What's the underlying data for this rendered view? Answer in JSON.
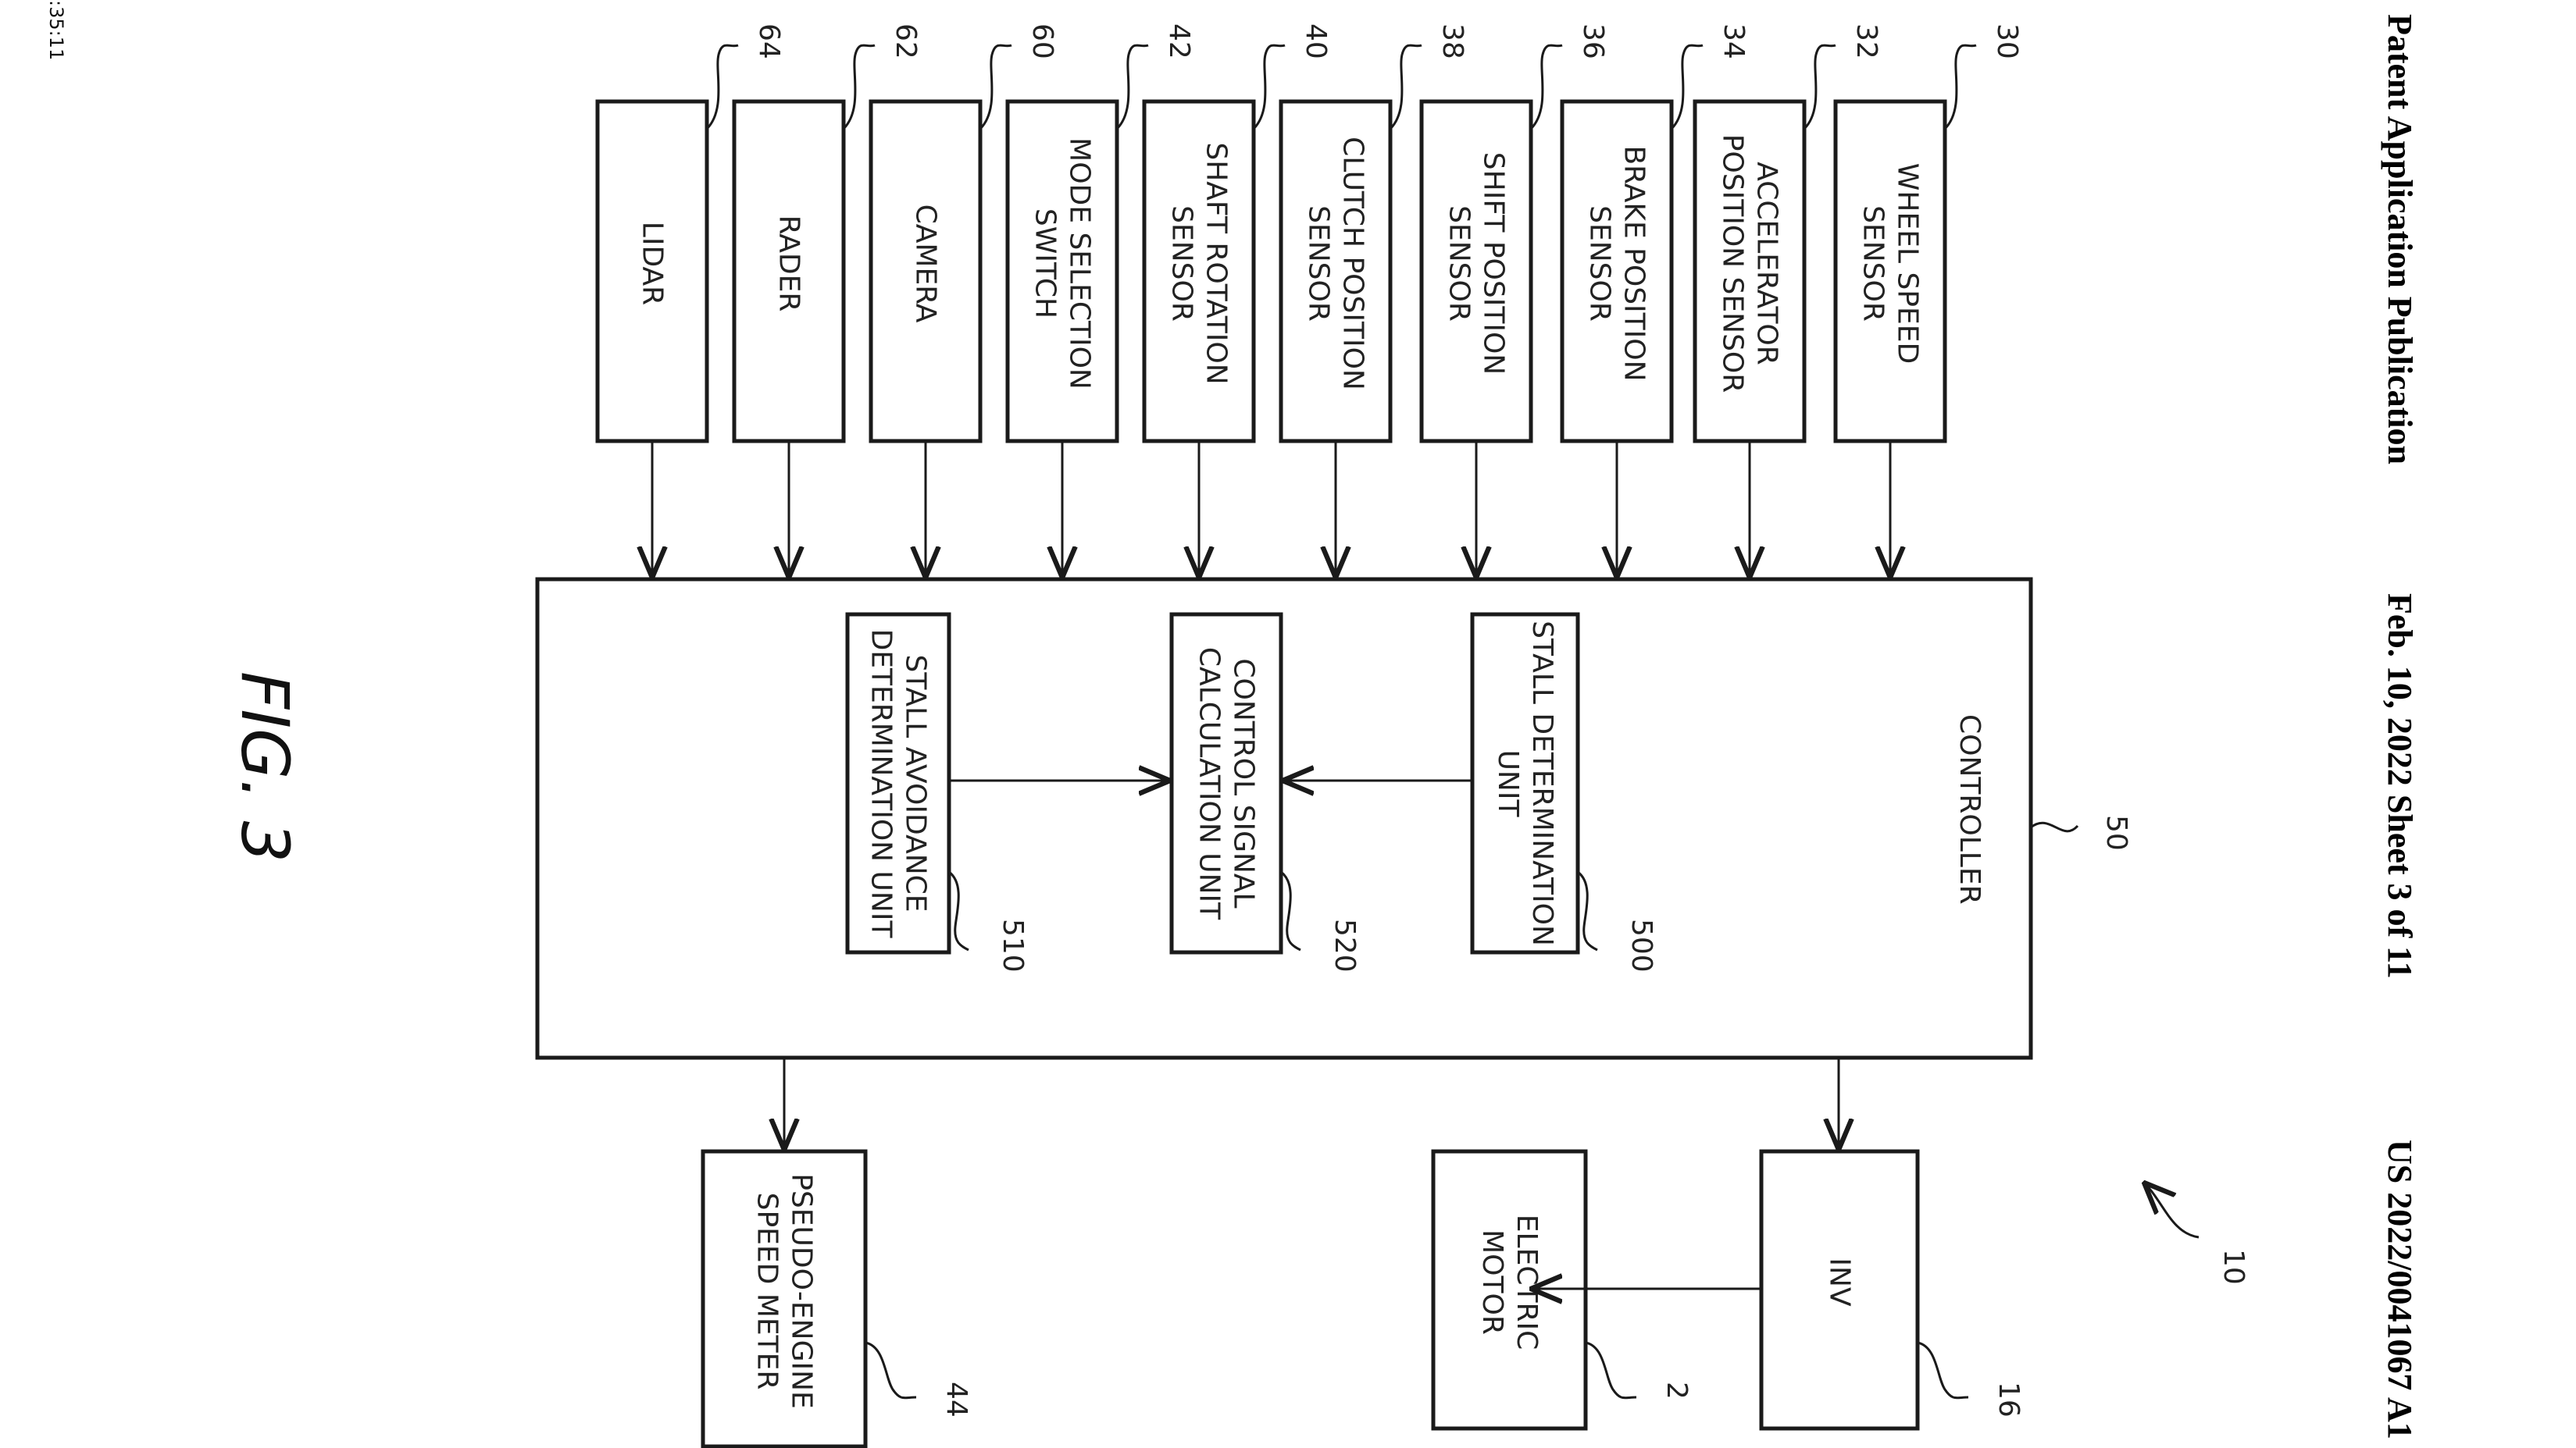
{
  "header": {
    "publication_type": "Patent Application Publication",
    "date_sheet": "Feb. 10, 2022  Sheet 3 of 11",
    "publication_number": "US 2022/0041067 A1"
  },
  "corner_timestamp": ":35:11",
  "figure_label": "FIG. 3",
  "system_ref": "10",
  "sensors": [
    {
      "ref": "30",
      "lines": [
        "WHEEL SPEED",
        "SENSOR"
      ]
    },
    {
      "ref": "32",
      "lines": [
        "ACCELERATOR",
        "POSITION SENSOR"
      ]
    },
    {
      "ref": "34",
      "lines": [
        "BRAKE POSITION",
        "SENSOR"
      ]
    },
    {
      "ref": "36",
      "lines": [
        "SHIFT POSITION",
        "SENSOR"
      ]
    },
    {
      "ref": "38",
      "lines": [
        "CLUTCH POSITION",
        "SENSOR"
      ]
    },
    {
      "ref": "40",
      "lines": [
        "SHAFT ROTATION",
        "SENSOR"
      ]
    },
    {
      "ref": "42",
      "lines": [
        "MODE SELECTION",
        "SWITCH"
      ]
    },
    {
      "ref": "60",
      "lines": [
        "CAMERA"
      ]
    },
    {
      "ref": "62",
      "lines": [
        "RADER"
      ]
    },
    {
      "ref": "64",
      "lines": [
        "LIDAR"
      ]
    }
  ],
  "controller": {
    "ref": "50",
    "label": "CONTROLLER",
    "units": [
      {
        "ref": "500",
        "lines": [
          "STALL DETERMINATION",
          "UNIT"
        ]
      },
      {
        "ref": "520",
        "lines": [
          "CONTROL SIGNAL",
          "CALCULATION UNIT"
        ]
      },
      {
        "ref": "510",
        "lines": [
          "STALL AVOIDANCE",
          "DETERMINATION UNIT"
        ]
      }
    ]
  },
  "outputs": {
    "inverter": {
      "ref": "16",
      "lines": [
        "INV"
      ]
    },
    "motor": {
      "ref": "2",
      "lines": [
        "ELECTRIC",
        "MOTOR"
      ]
    },
    "meter": {
      "ref": "44",
      "lines": [
        "PSEUDO-ENGINE",
        "SPEED METER"
      ]
    }
  }
}
